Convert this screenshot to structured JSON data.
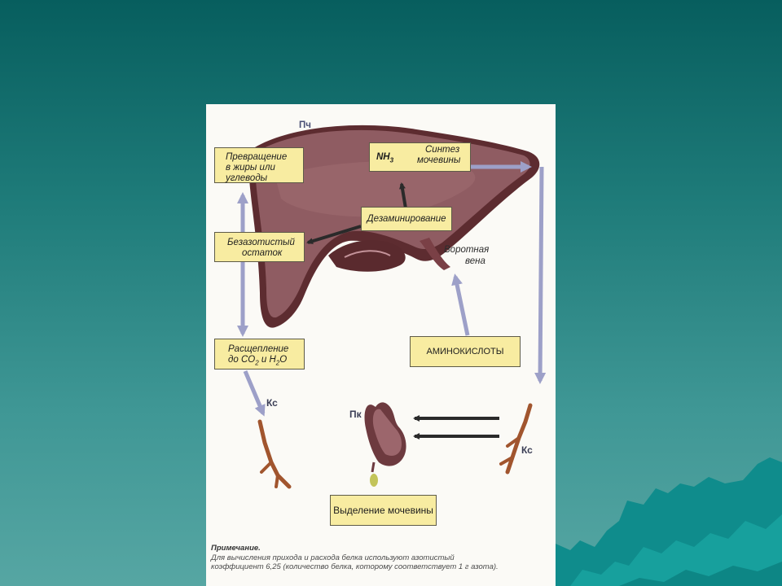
{
  "labels": {
    "liver": "Пч",
    "portal_vein_1": "Воротная",
    "portal_vein_2": "вена",
    "kidney": "Пк",
    "vessel_left": "Кс",
    "vessel_right": "Кс"
  },
  "boxes": {
    "fats_1": "Превращение",
    "fats_2": "в жиры или",
    "fats_3": "углеводы",
    "nh3": "NH",
    "nh3_sub": "3",
    "urea_1": "Синтез",
    "urea_2": "мочевины",
    "deamination": "Дезаминирование",
    "residue_1": "Безазотистый",
    "residue_2": "остаток",
    "split_1": "Расщепление",
    "split_2a": "до CO",
    "split_2b": "2",
    "split_2c": " и H",
    "split_2d": "2",
    "split_2e": "O",
    "amino": "АМИНОКИСЛОТЫ",
    "excretion": "Выделение мочевины"
  },
  "note": {
    "title": "Примечание.",
    "line1": "Для вычисления прихода и расхода белка используют азотистый",
    "line2": "коэффициент 6,25 (количество белка, которому соответствует 1 г азота)."
  }
}
